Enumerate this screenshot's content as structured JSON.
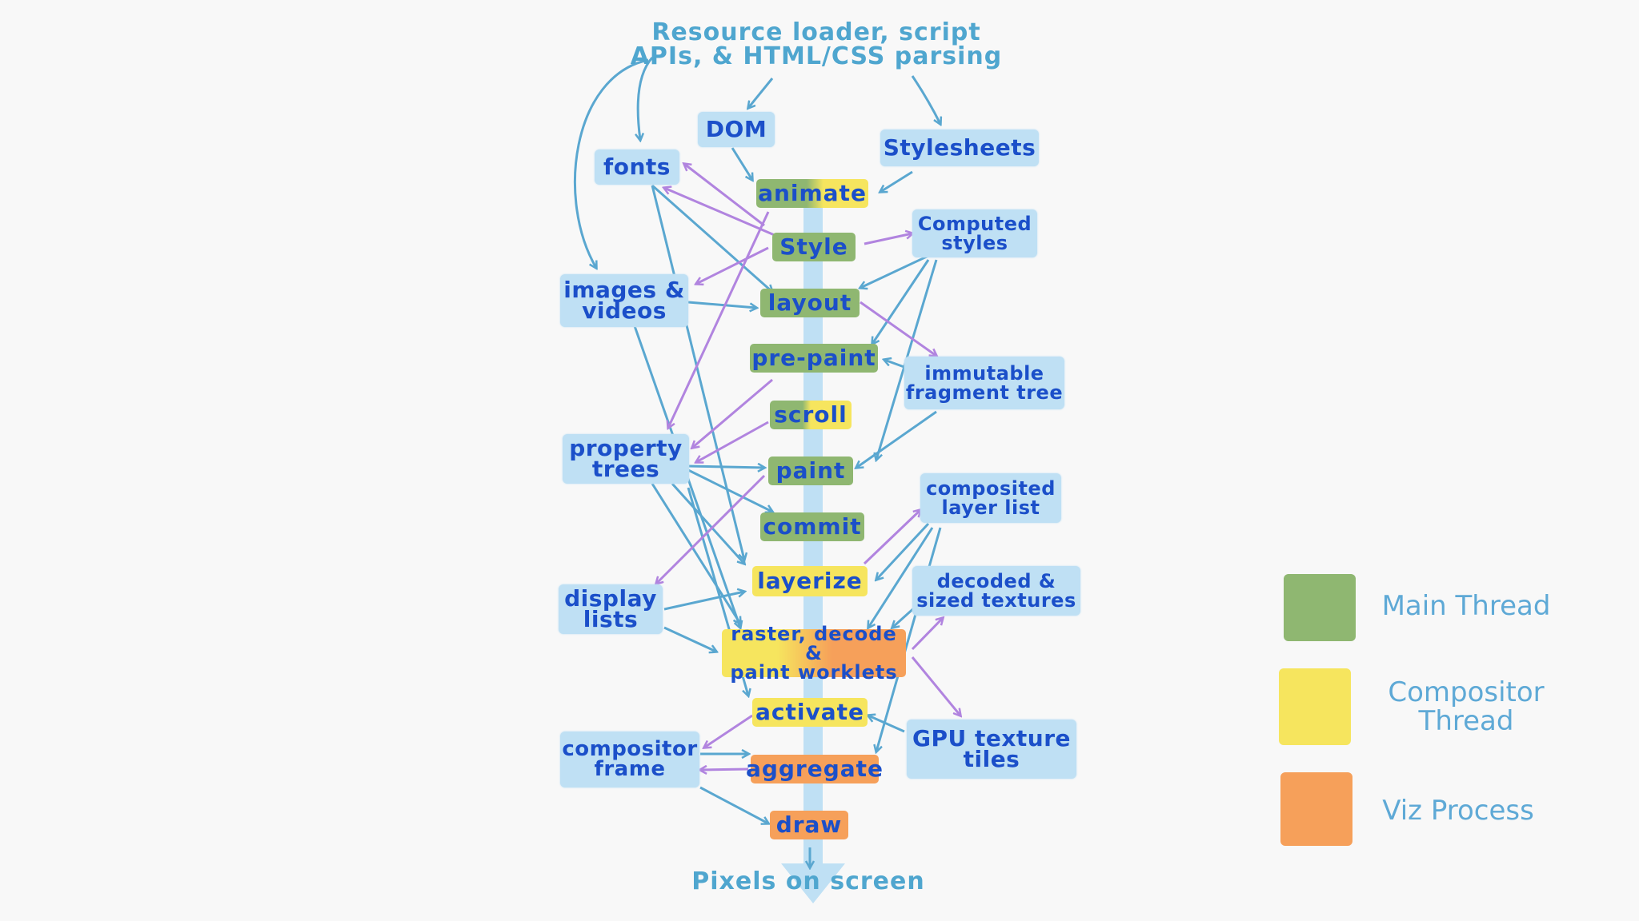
{
  "colors": {
    "main_thread": "#8fb771",
    "compositor_thread": "#f6e55e",
    "viz_process": "#f6a05a",
    "data_box": "#bfe0f4",
    "text": "#1b4fc9",
    "arrow_blue": "#5aa7d0",
    "arrow_purple": "#b184df"
  },
  "header": {
    "line1": "Resource loader, script",
    "line2": "APIs, & HTML/CSS parsing"
  },
  "footer": "Pixels on screen",
  "stages": {
    "animate": "animate",
    "style": "Style",
    "layout": "layout",
    "prepaint": "pre-paint",
    "scroll": "scroll",
    "paint": "paint",
    "commit": "commit",
    "layerize": "layerize",
    "raster_line1": "raster, decode &",
    "raster_line2": "paint worklets",
    "activate": "activate",
    "aggregate": "aggregate",
    "draw": "draw"
  },
  "data_boxes": {
    "dom": "DOM",
    "fonts": "fonts",
    "stylesheets": "Stylesheets",
    "computed_line1": "Computed",
    "computed_line2": "styles",
    "images_line1": "images &",
    "images_line2": "videos",
    "immutable_line1": "immutable",
    "immutable_line2": "fragment tree",
    "property_line1": "property",
    "property_line2": "trees",
    "composited_line1": "composited",
    "composited_line2": "layer list",
    "display_line1": "display",
    "display_line2": "lists",
    "decoded_line1": "decoded &",
    "decoded_line2": "sized textures",
    "gpu_line1": "GPU texture",
    "gpu_line2": "tiles",
    "frame_line1": "compositor",
    "frame_line2": "frame"
  },
  "legend": {
    "main": "Main Thread",
    "compositor_line1": "Compositor",
    "compositor_line2": "Thread",
    "viz": "Viz Process"
  }
}
